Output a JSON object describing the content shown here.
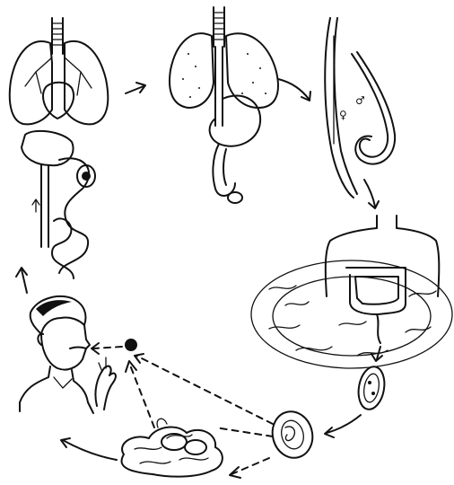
{
  "figure": {
    "symbol_male": "♂",
    "symbol_female": "♀"
  },
  "stages": [
    {
      "id": "lungs-heart",
      "icon": "lungs-heart-illustration"
    },
    {
      "id": "lungs-stomach",
      "icon": "lungs-stomach-illustration"
    },
    {
      "id": "adult-worms",
      "icon": "roundworm-illustration"
    },
    {
      "id": "intestine",
      "icon": "human-intestine-illustration"
    },
    {
      "id": "egg",
      "icon": "parasite-egg-illustration"
    },
    {
      "id": "vegetables",
      "icon": "vegetables-illustration"
    },
    {
      "id": "person-eating",
      "icon": "man-eating-illustration"
    }
  ],
  "colors": {
    "ink": "#111111",
    "background": "#ffffff"
  }
}
